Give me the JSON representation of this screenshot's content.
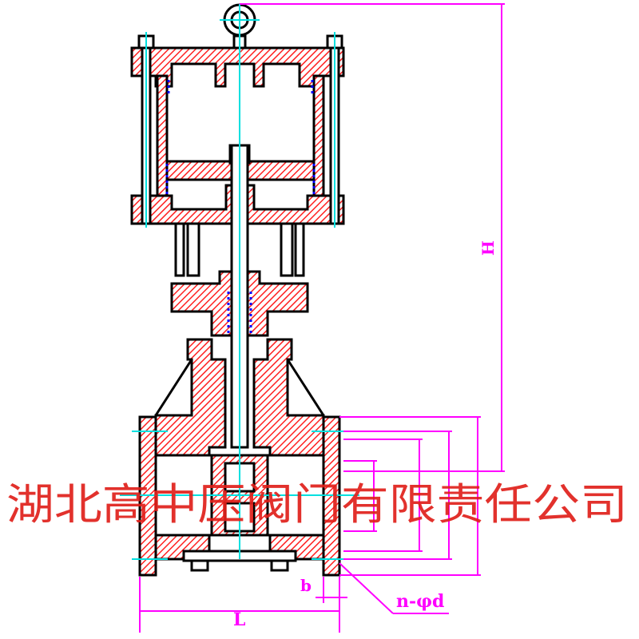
{
  "drawing": {
    "title": "Pneumatic valve assembly drawing",
    "dimensions": {
      "height_label": "H",
      "length_label": "L",
      "flange_thickness_label": "b",
      "bolt_holes_label": "n-φd"
    },
    "watermark": "湖北高中压阀门有限责任公司"
  },
  "colors": {
    "hatch": "#ff2020",
    "outline": "#000000",
    "centerline": "#00e0e0",
    "dimension": "#ff00ff",
    "seal": "#0000ff",
    "watermark": "#e0201a"
  }
}
